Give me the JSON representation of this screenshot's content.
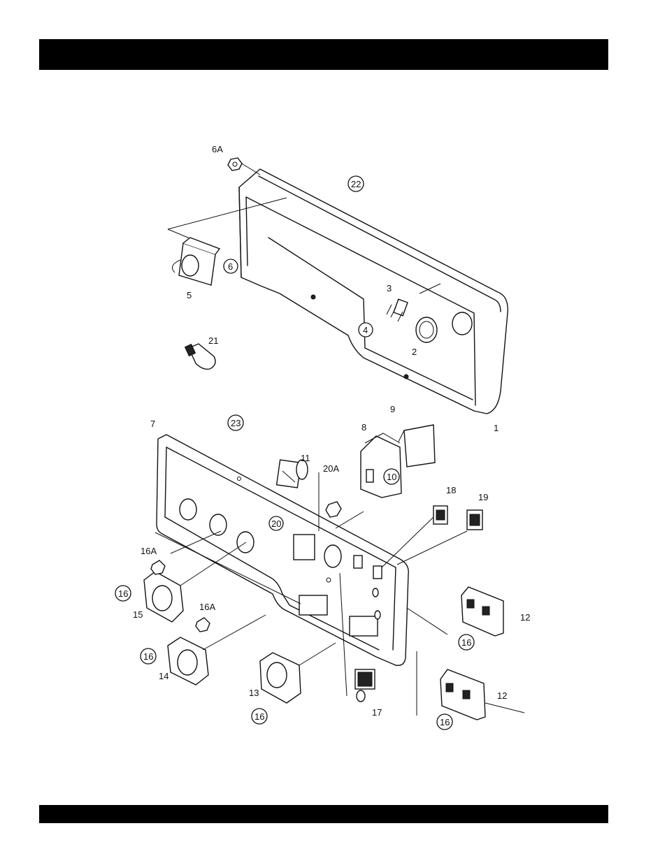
{
  "header_bar": {
    "text": ""
  },
  "footer_bar": {
    "text": ""
  },
  "callouts": [
    {
      "id": "c1",
      "text": "1",
      "circled": false
    },
    {
      "id": "c2",
      "text": "2",
      "circled": false
    },
    {
      "id": "c3",
      "text": "3",
      "circled": false
    },
    {
      "id": "c4",
      "text": "4",
      "circled": true
    },
    {
      "id": "c5",
      "text": "5",
      "circled": false
    },
    {
      "id": "c6",
      "text": "6",
      "circled": true
    },
    {
      "id": "c6a",
      "text": "6A",
      "circled": false
    },
    {
      "id": "c7",
      "text": "7",
      "circled": false
    },
    {
      "id": "c8",
      "text": "8",
      "circled": false
    },
    {
      "id": "c9",
      "text": "9",
      "circled": false
    },
    {
      "id": "c10",
      "text": "10",
      "circled": true
    },
    {
      "id": "c11",
      "text": "11",
      "circled": false
    },
    {
      "id": "c12a",
      "text": "12",
      "circled": false
    },
    {
      "id": "c12b",
      "text": "12",
      "circled": false
    },
    {
      "id": "c13",
      "text": "13",
      "circled": false
    },
    {
      "id": "c14",
      "text": "14",
      "circled": false
    },
    {
      "id": "c15",
      "text": "15",
      "circled": false
    },
    {
      "id": "c16a",
      "text": "16",
      "circled": true
    },
    {
      "id": "c16b",
      "text": "16",
      "circled": true
    },
    {
      "id": "c16c",
      "text": "16",
      "circled": true
    },
    {
      "id": "c16d",
      "text": "16",
      "circled": true
    },
    {
      "id": "c16e",
      "text": "16",
      "circled": true
    },
    {
      "id": "c16A1",
      "text": "16A",
      "circled": false
    },
    {
      "id": "c16A2",
      "text": "16A",
      "circled": false
    },
    {
      "id": "c17",
      "text": "17",
      "circled": false
    },
    {
      "id": "c18",
      "text": "18",
      "circled": false
    },
    {
      "id": "c19",
      "text": "19",
      "circled": false
    },
    {
      "id": "c20",
      "text": "20",
      "circled": true
    },
    {
      "id": "c20a",
      "text": "20A",
      "circled": false
    },
    {
      "id": "c21",
      "text": "21",
      "circled": false
    },
    {
      "id": "c22",
      "text": "22",
      "circled": true
    },
    {
      "id": "c23",
      "text": "23",
      "circled": true
    }
  ]
}
